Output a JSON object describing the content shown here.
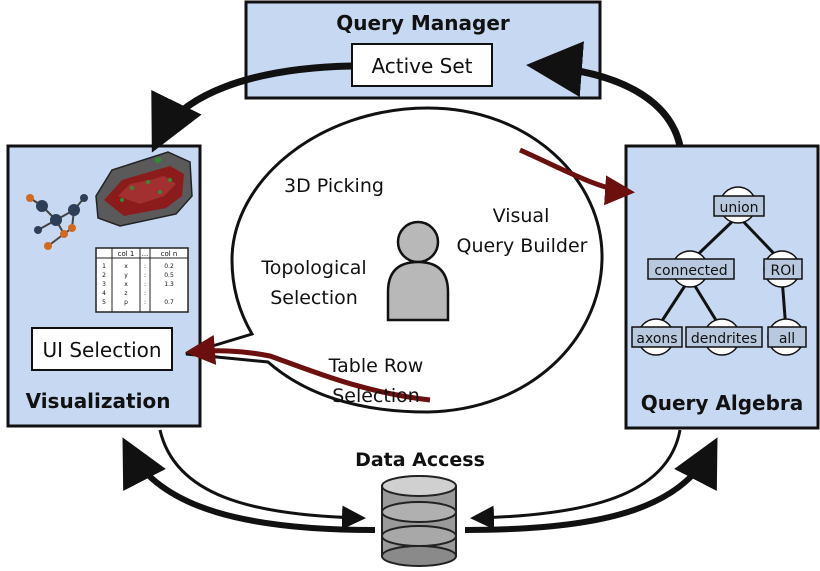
{
  "query_manager": {
    "title": "Query Manager",
    "active_set": "Active Set"
  },
  "visualization": {
    "title": "Visualization",
    "ui_selection": "UI Selection",
    "table": {
      "headers": [
        "col 1",
        "...",
        "col n"
      ],
      "rows": [
        [
          "1",
          "x",
          ":",
          "0.2"
        ],
        [
          "2",
          "y",
          ":",
          "0.5"
        ],
        [
          "3",
          "x",
          ":",
          "1.3"
        ],
        [
          "4",
          "z",
          ":",
          ""
        ],
        [
          "5",
          "p",
          ":",
          "0.7"
        ]
      ]
    }
  },
  "query_algebra": {
    "title": "Query Algebra",
    "nodes": {
      "union": "union",
      "connected": "connected",
      "roi": "ROI",
      "axons": "axons",
      "dendrites": "dendrites",
      "all": "all"
    }
  },
  "data_access": {
    "title": "Data Access"
  },
  "center": {
    "picking": "3D Picking",
    "visual_1": "Visual",
    "visual_2": "Query Builder",
    "topo_1": "Topological",
    "topo_2": "Selection",
    "table_1": "Table Row",
    "table_2": "Selection"
  },
  "colors": {
    "panel": "#c7d8f2",
    "accent_arrow": "#6b0f0f",
    "node": "#b8c8de"
  }
}
